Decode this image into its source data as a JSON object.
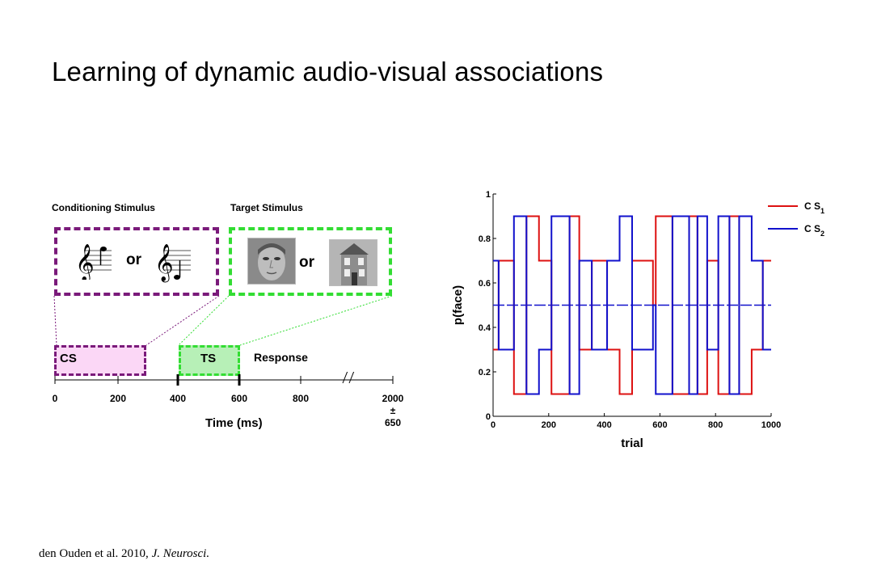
{
  "title": "Learning of dynamic audio-visual associations",
  "left_panel": {
    "cs_header": "Conditioning Stimulus",
    "ts_header": "Target Stimulus",
    "or_left": "or",
    "or_right": "or",
    "cs_box": "CS",
    "ts_box": "TS",
    "response": "Response",
    "timeline_ticks": [
      "0",
      "200",
      "400",
      "600",
      "800"
    ],
    "timeline_end": [
      "2000",
      "±",
      "650"
    ],
    "xlabel": "Time (ms)",
    "colors": {
      "cs": "#7a1a7a",
      "ts": "#33dd33",
      "cs_fill": "#fbd7f6",
      "ts_fill": "#b7f0b7"
    },
    "icons": [
      "treble-clef-high-note",
      "treble-clef-low-note",
      "face-image",
      "house-image"
    ]
  },
  "chart_data": {
    "type": "line",
    "xlabel": "trial",
    "ylabel": "p(face)",
    "xlim": [
      0,
      1000
    ],
    "ylim": [
      0,
      1
    ],
    "xticks": [
      "0",
      "200",
      "400",
      "600",
      "800",
      "1000"
    ],
    "yticks": [
      "0",
      "0.2",
      "0.4",
      "0.6",
      "0.8",
      "1"
    ],
    "legend": [
      "CS1",
      "CS2"
    ],
    "legend_placement": "top-right",
    "grid": false,
    "series": [
      {
        "name": "CS1",
        "color": "#dd1111",
        "segments": [
          [
            0,
            20,
            0.3
          ],
          [
            20,
            75,
            0.7
          ],
          [
            75,
            120,
            0.1
          ],
          [
            120,
            165,
            0.9
          ],
          [
            165,
            210,
            0.7
          ],
          [
            210,
            275,
            0.1
          ],
          [
            275,
            310,
            0.9
          ],
          [
            310,
            355,
            0.3
          ],
          [
            355,
            410,
            0.7
          ],
          [
            410,
            455,
            0.3
          ],
          [
            455,
            500,
            0.1
          ],
          [
            500,
            575,
            0.7
          ],
          [
            575,
            585,
            0.5
          ],
          [
            585,
            645,
            0.9
          ],
          [
            645,
            705,
            0.1
          ],
          [
            705,
            735,
            0.9
          ],
          [
            735,
            770,
            0.1
          ],
          [
            770,
            810,
            0.7
          ],
          [
            810,
            850,
            0.1
          ],
          [
            850,
            885,
            0.9
          ],
          [
            885,
            930,
            0.1
          ],
          [
            930,
            970,
            0.3
          ],
          [
            970,
            1000,
            0.7
          ]
        ]
      },
      {
        "name": "CS2",
        "color": "#1111cc",
        "segments": [
          [
            0,
            20,
            0.7
          ],
          [
            20,
            75,
            0.3
          ],
          [
            75,
            120,
            0.9
          ],
          [
            120,
            165,
            0.1
          ],
          [
            165,
            210,
            0.3
          ],
          [
            210,
            275,
            0.9
          ],
          [
            275,
            310,
            0.1
          ],
          [
            310,
            355,
            0.7
          ],
          [
            355,
            410,
            0.3
          ],
          [
            410,
            455,
            0.7
          ],
          [
            455,
            500,
            0.9
          ],
          [
            500,
            575,
            0.3
          ],
          [
            575,
            585,
            0.5
          ],
          [
            585,
            645,
            0.1
          ],
          [
            645,
            705,
            0.9
          ],
          [
            705,
            735,
            0.1
          ],
          [
            735,
            770,
            0.9
          ],
          [
            770,
            810,
            0.3
          ],
          [
            810,
            850,
            0.9
          ],
          [
            850,
            885,
            0.1
          ],
          [
            885,
            930,
            0.9
          ],
          [
            930,
            970,
            0.7
          ],
          [
            970,
            1000,
            0.3
          ]
        ]
      }
    ],
    "dashed_reference": {
      "y": 0.5,
      "color": "#1111cc"
    }
  },
  "citation": {
    "authors": "den Ouden et al. 2010, ",
    "journal": "J. Neurosci."
  }
}
